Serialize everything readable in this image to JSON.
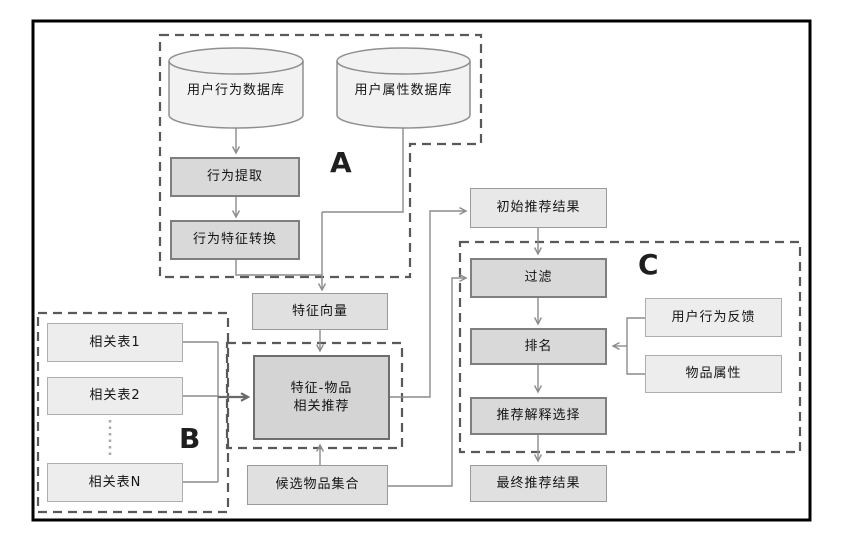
{
  "figure": {
    "type": "flowchart",
    "section_labels": {
      "a": "A",
      "b": "B",
      "c": "C"
    },
    "nodes": {
      "user_behavior_db": "用户行为数据库",
      "user_attr_db": "用户属性数据库",
      "behavior_extract": "行为提取",
      "behavior_feature_convert": "行为特征转换",
      "feature_vector": "特征向量",
      "initial_result": "初始推荐结果",
      "feature_item_rec_line1": "特征-物品",
      "feature_item_rec_line2": "相关推荐",
      "filter": "过滤",
      "ranking": "排名",
      "explain_select": "推荐解释选择",
      "final_result": "最终推荐结果",
      "candidate_set": "候选物品集合",
      "rel_table_1": "相关表1",
      "rel_table_2": "相关表2",
      "rel_table_n": "相关表N",
      "user_feedback": "用户行为反馈",
      "item_attr": "物品属性"
    },
    "colors": {
      "process_fill": "#d9d9d9",
      "process_border": "#7f7f7f",
      "core_fill": "#d4d4d4",
      "core_border": "#6e6e6e",
      "data_fill": "#e0e0e0",
      "light_fill": "#ededed",
      "cylinder_fill": "#f2f2f2",
      "connector": "#8c8c8c",
      "dashed_group_border": "#595959",
      "outer_border": "#000000"
    }
  }
}
